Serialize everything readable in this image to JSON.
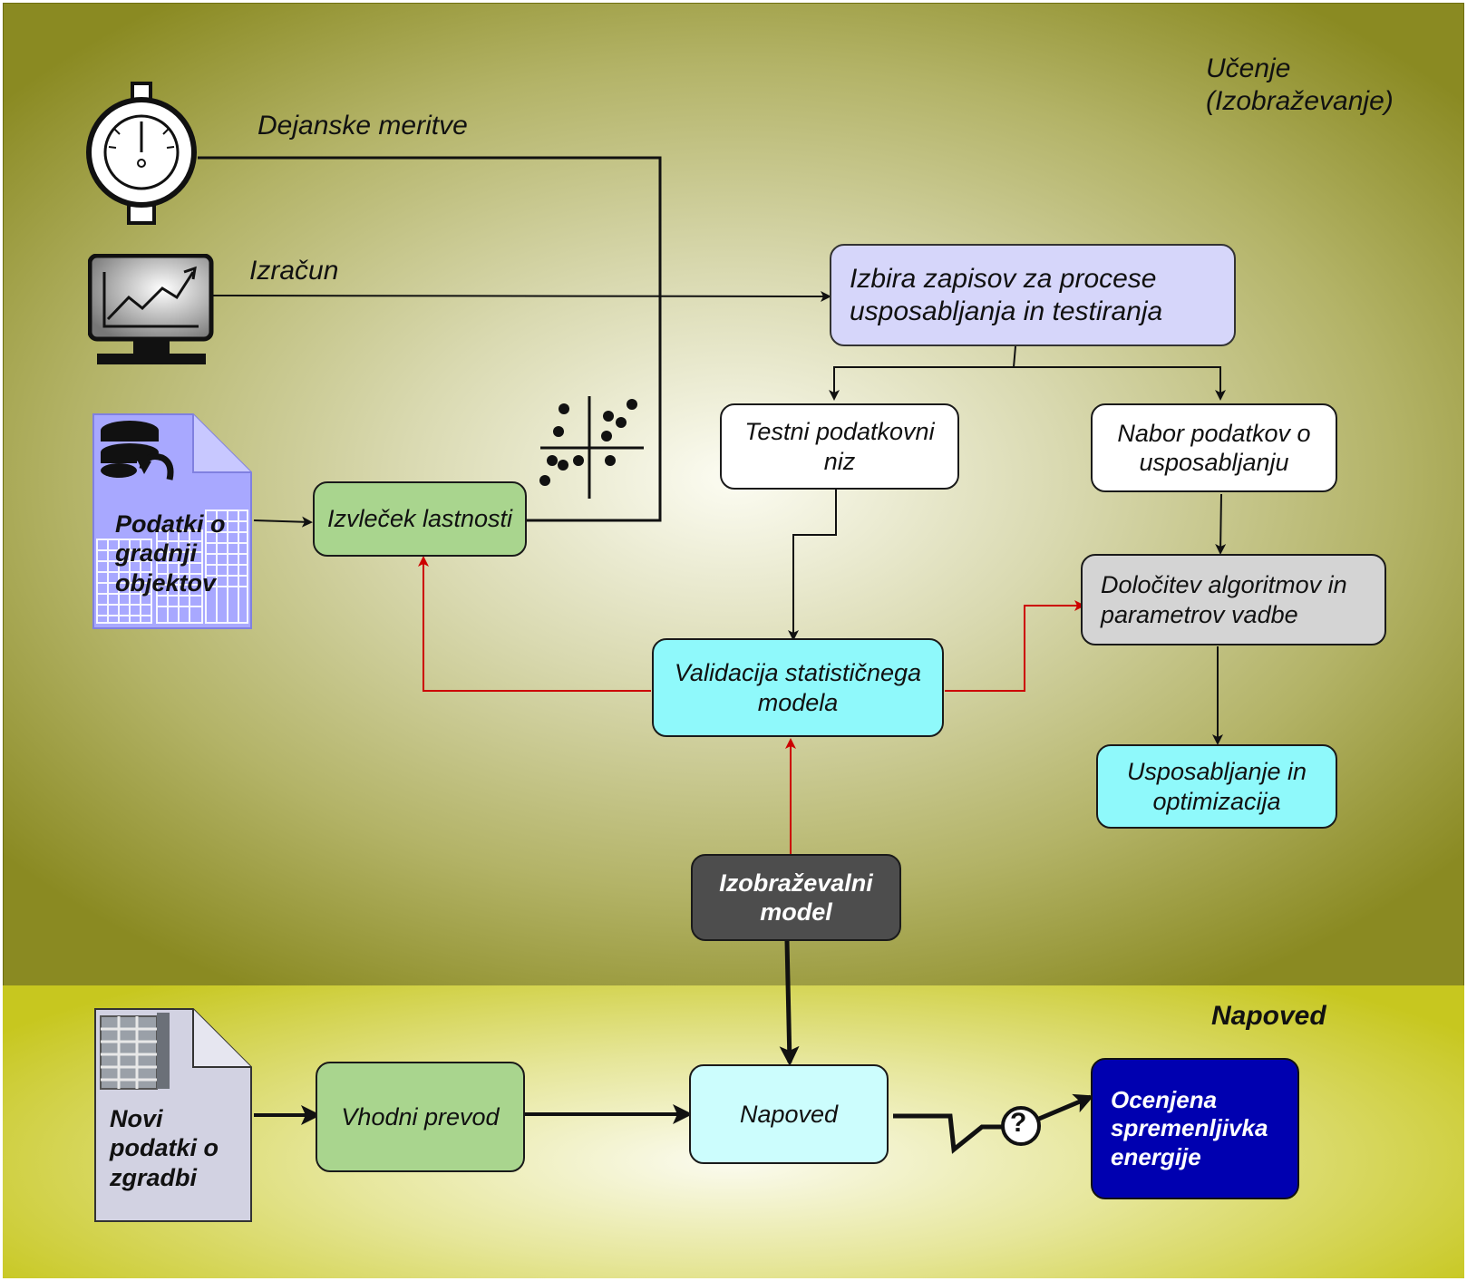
{
  "colors": {
    "learn_bg": "#a3a34a",
    "predict_bg": "#d4d42a",
    "lavender": "#d6d6fa",
    "green": "#a9d58e",
    "cyan": "#8ff9fb",
    "light_cyan": "#ccfdfd",
    "gray": "#d4d4d4",
    "dark": "#4d4d4d",
    "navy": "#0000b0",
    "red_arrow": "#cc0000"
  },
  "learning": {
    "title": "Učenje\n(Izobraževanje)",
    "gauge_label": "Dejanske meritve",
    "monitor_label": "Izračun",
    "building_data": "Podatki o\ngradnji\nobjektov",
    "record_selection": "Izbira zapisov za procese usposabljanja in testiranja",
    "test_set": "Testni podatkovni niz",
    "training_set": "Nabor podatkov o usposabljanju",
    "feature_extraction": "Izvleček lastnosti",
    "algorithms": "Določitev algoritmov in parametrov vadbe",
    "validation": "Validacija statističnega modela",
    "training_optimization": "Usposabljanje in optimizacija",
    "trained_model": "Izobraževalni model"
  },
  "prediction": {
    "title": "Napoved",
    "new_data": "Novi\npodatki o\nzgradbi",
    "input_translation": "Vhodni prevod",
    "prediction": "Napoved",
    "unknown_symbol": "?",
    "estimated_energy": "Ocenjena spremenljivka energije"
  }
}
